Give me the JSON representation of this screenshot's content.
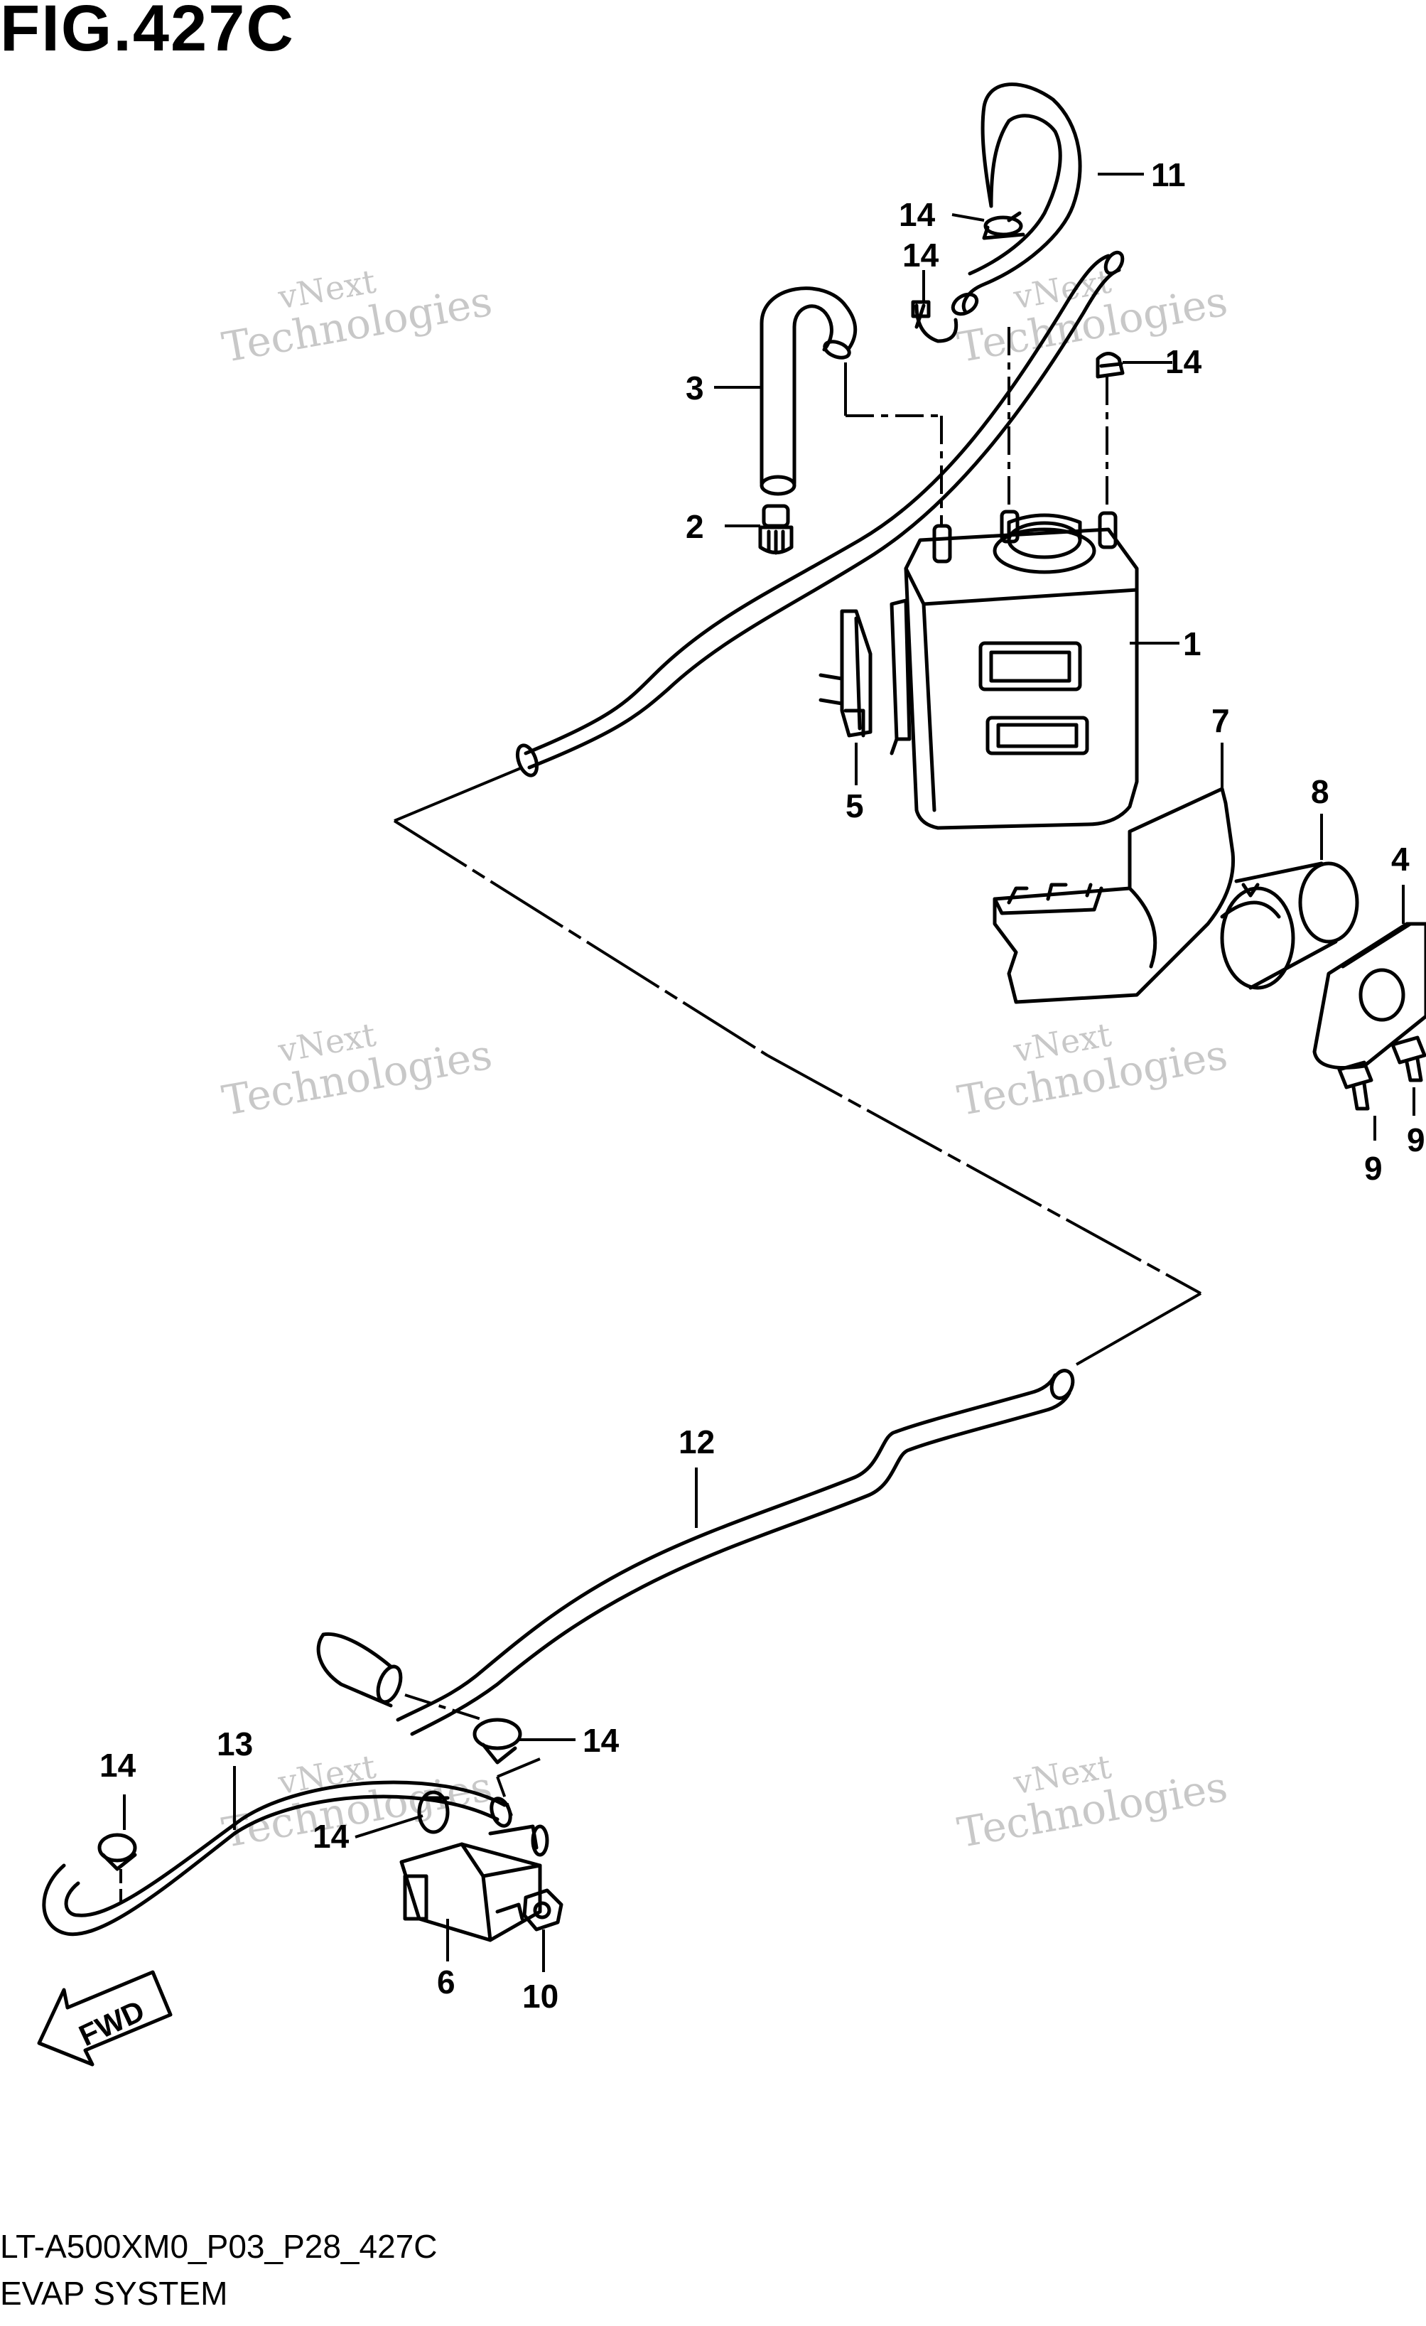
{
  "figure": {
    "title": "FIG.427C",
    "code": "LT-A500XM0_P03_P28_427C",
    "system": "EVAP SYSTEM"
  },
  "callouts": [
    {
      "id": "c1",
      "text": "1"
    },
    {
      "id": "c2",
      "text": "2"
    },
    {
      "id": "c3",
      "text": "3"
    },
    {
      "id": "c4",
      "text": "4"
    },
    {
      "id": "c5",
      "text": "5"
    },
    {
      "id": "c6",
      "text": "6"
    },
    {
      "id": "c7",
      "text": "7"
    },
    {
      "id": "c8",
      "text": "8"
    },
    {
      "id": "c9a",
      "text": "9"
    },
    {
      "id": "c9b",
      "text": "9"
    },
    {
      "id": "c10",
      "text": "10"
    },
    {
      "id": "c11",
      "text": "11"
    },
    {
      "id": "c12",
      "text": "12"
    },
    {
      "id": "c13",
      "text": "13"
    },
    {
      "id": "c14a",
      "text": "14"
    },
    {
      "id": "c14b",
      "text": "14"
    },
    {
      "id": "c14c",
      "text": "14"
    },
    {
      "id": "c14d",
      "text": "14"
    },
    {
      "id": "c14e",
      "text": "14"
    },
    {
      "id": "c14f",
      "text": "14"
    }
  ],
  "watermark": {
    "line1": "vNext",
    "line2": "Technologies"
  },
  "direction_marker": "FWD"
}
